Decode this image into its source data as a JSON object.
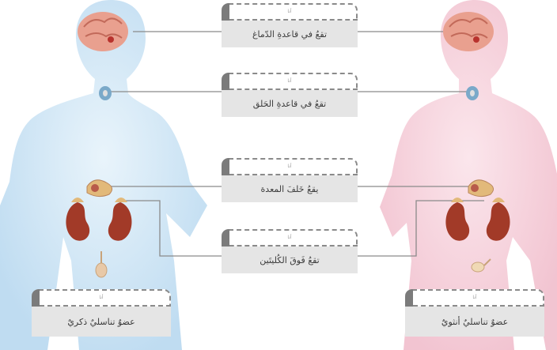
{
  "colors": {
    "male_body": "#cfe6f6",
    "female_body": "#f6d4dd",
    "connector": "#8a8a8a",
    "card_top": "#ffffff",
    "card_bottom": "#e5e5e5",
    "brain": "#e9a08f",
    "kidney": "#a23a28",
    "adrenal": "#e2b97a"
  },
  "cards": [
    {
      "hint": "أنا",
      "label": "تقعُ في قاعدةِ الدّماغ"
    },
    {
      "hint": "أنا",
      "label": "تقعُ في قاعدةِ الحَلق"
    },
    {
      "hint": "أنا",
      "label": "يقعُ خَلفَ المعدة"
    },
    {
      "hint": "أنا",
      "label": "تقعُ فَوقَ الكُليتَين"
    },
    {
      "hint": "أنا",
      "label": "عضوٌ تناسليٌ ذكريٌ"
    },
    {
      "hint": "أنا",
      "label": "عضوٌ تناسليٌ أنثويٌ"
    }
  ],
  "icons": [
    "brain-icon",
    "thyroid-icon",
    "pancreas-icon",
    "kidney-icon",
    "adrenal-gland-icon",
    "gonad-icon"
  ]
}
